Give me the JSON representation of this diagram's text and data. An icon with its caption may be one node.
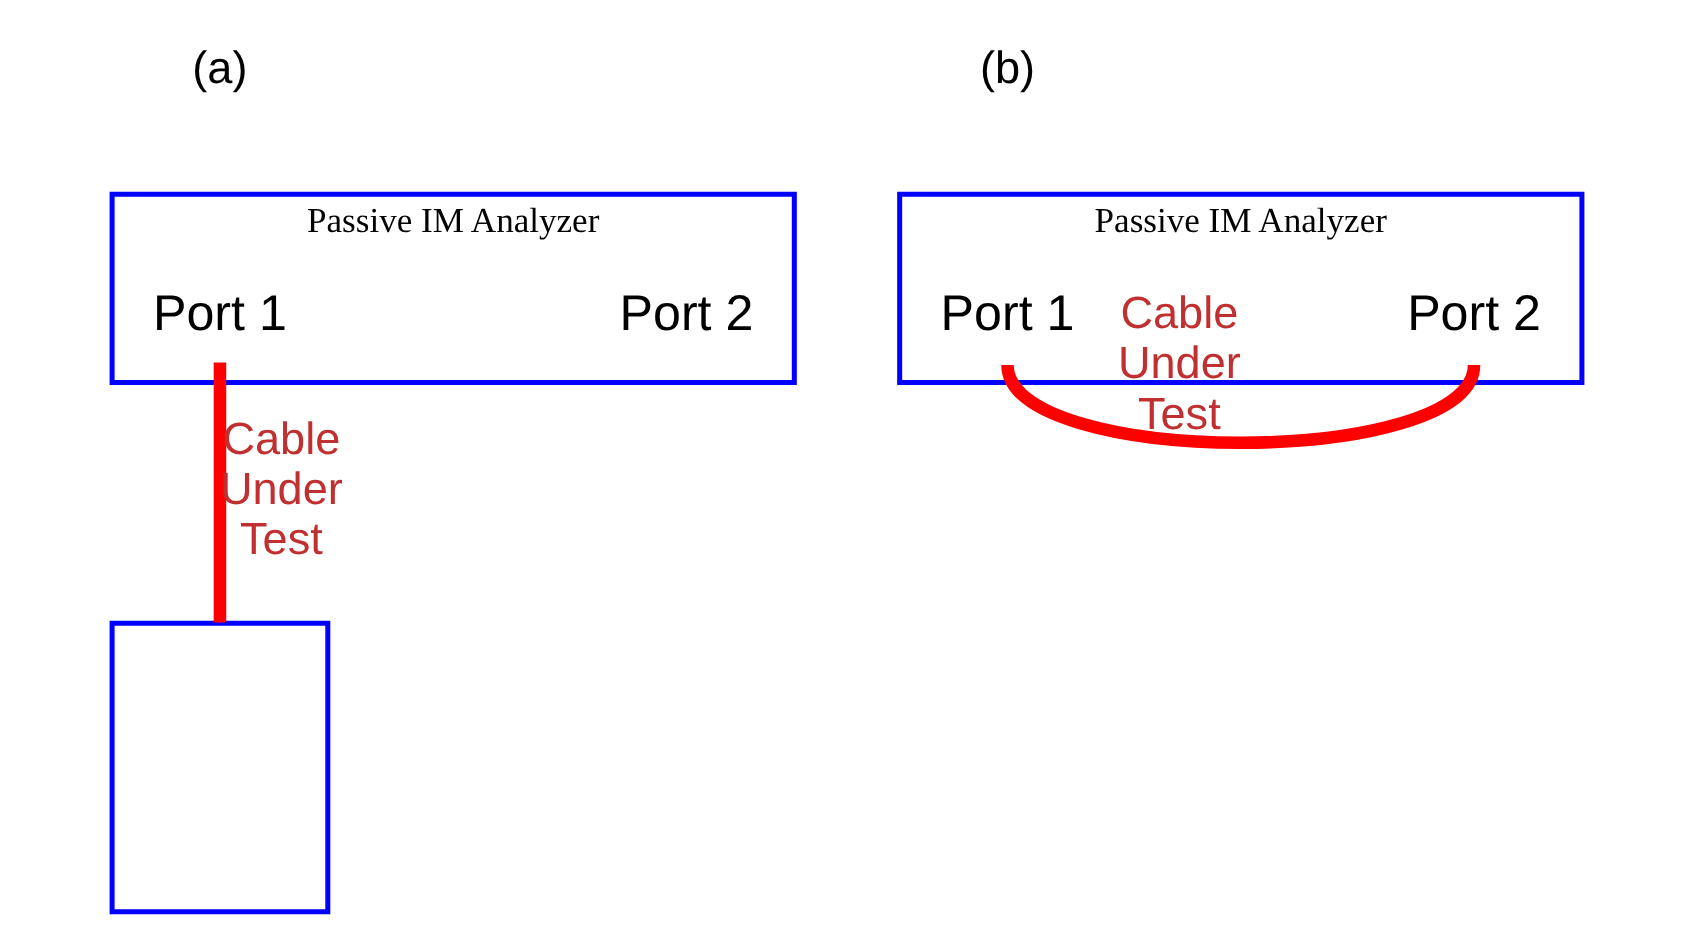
{
  "diagram": {
    "nodes": [
      {
        "text": [
          "Passive IM Analyzer"
        ]
      },
      {
        "text": [
          "Port 1"
        ],
        "in": 0
      },
      {
        "text": [
          "Port 2"
        ],
        "in": 0
      },
      {
        "text": [],
        "shape": "box"
      },
      {
        "text": [
          "Passive IM Analyzer"
        ]
      },
      {
        "text": [
          "Port 1"
        ],
        "in": 4
      },
      {
        "text": [
          "Port 2"
        ],
        "in": 4
      }
    ],
    "edges": [
      {
        "from": 1,
        "to": 3,
        "arrow": "none",
        "label": "Cable Under Test"
      },
      {
        "from": 5,
        "to": 6,
        "arrow": "none",
        "label": "Cable Under Test"
      }
    ],
    "labels": [
      "(a)",
      "(b)"
    ]
  }
}
